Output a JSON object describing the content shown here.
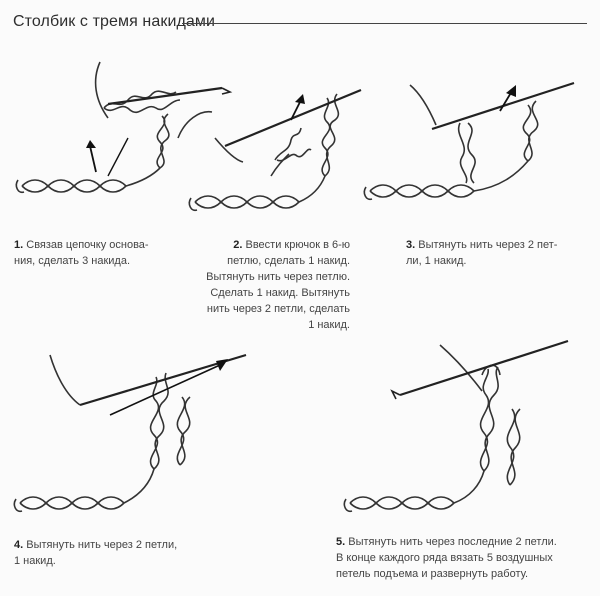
{
  "title": "Столбик с тремя накидами",
  "steps": [
    {
      "number": "1.",
      "lines": [
        "Связав цепочку основа-",
        "ния, сделать 3 накида."
      ]
    },
    {
      "number": "2.",
      "lines": [
        "Ввести крючок в 6-ю",
        "петлю, сделать 1 накид.",
        "Вытянуть нить через петлю.",
        "Сделать 1 накид. Вытянуть",
        "нить через 2 петли, сделать",
        "1 накид."
      ]
    },
    {
      "number": "3.",
      "lines": [
        "Вытянуть нить через 2 пет-",
        "ли, 1 накид."
      ]
    },
    {
      "number": "4.",
      "lines": [
        "Вытянуть нить через 2 петли,",
        "1 накид."
      ]
    },
    {
      "number": "5.",
      "lines": [
        "Вытянуть нить через последние 2 петли.",
        "В конце каждого ряда вязать 5 воздушных",
        "петель подъема и развернуть работу."
      ]
    }
  ]
}
